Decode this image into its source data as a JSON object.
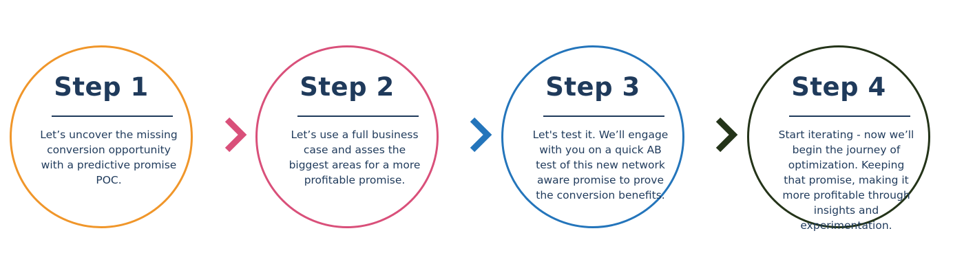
{
  "steps": [
    {
      "title": "Step 1",
      "body": "Let’s uncover the missing conversion opportunity with a predictive promise POC.",
      "color": "#f0962a"
    },
    {
      "title": "Step 2",
      "body": "Let’s use a full business case and asses the biggest areas for a more profitable promise.",
      "color": "#d9507a"
    },
    {
      "title": "Step 3",
      "body": "Let's test it. We’ll engage with you on a quick AB test of this new network aware promise to prove the conversion benefits.",
      "color": "#2475bb"
    },
    {
      "title": "Step 4",
      "body": "Start iterating - now we’ll begin the journey of optimization. Keeping that promise, making it more profitable through insights and experimentation.",
      "color": "#243419"
    }
  ],
  "arrows": [
    {
      "icon": "chevron-right-icon",
      "color": "#d9507a"
    },
    {
      "icon": "chevron-right-icon",
      "color": "#2475bb"
    },
    {
      "icon": "chevron-right-icon",
      "color": "#243419"
    }
  ],
  "text_color": "#1f3a5b"
}
